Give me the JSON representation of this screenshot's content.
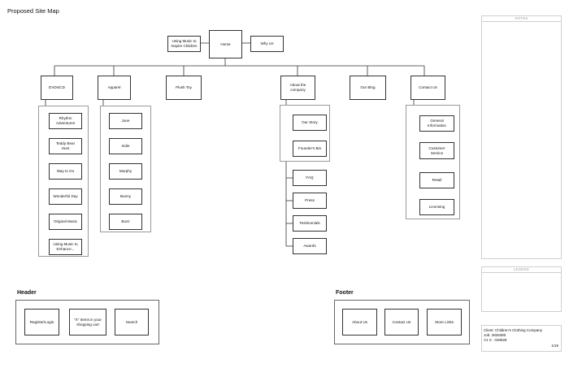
{
  "title": "Proposed Site Map",
  "sitemap": {
    "home": "Home",
    "using_music": "Using Music to\nInspire Children",
    "why_us": "Why Us",
    "dvds": "DVDs/CD",
    "apparel": "Apparel",
    "plush": "Plush Toy",
    "about": "About the\ncompany",
    "blog": "Our Blog",
    "contact": "Contact Us",
    "dvd_items": [
      "Rhythm\nAdventures",
      "Teddy Bear\nHunt",
      "Way to Go",
      "Wonderful Day",
      "Original Music",
      "Using Music to\nEnhance..."
    ],
    "apparel_items": [
      "June",
      "Indie",
      "Murphy",
      "Bunny",
      "Buzz"
    ],
    "about_items": [
      "Our Story",
      "Founder's Bio",
      "FAQ",
      "Press",
      "Testimonials",
      "Awards"
    ],
    "contact_items": [
      "General\nInformation",
      "Customer\nService",
      "Retail",
      "Licensing"
    ]
  },
  "header": {
    "label": "Header",
    "items": [
      "Register/Login",
      "\"X\" Items in your\nshopping cart",
      "Search"
    ]
  },
  "footer": {
    "label": "Footer",
    "items": [
      "About Us",
      "Contact Us",
      "Store Links"
    ]
  },
  "notes_title": "NOTES",
  "legend_title": "LEGEND",
  "info": {
    "client": "Client: Children's Clothing Company",
    "job": "Job: 2828380",
    "version": "V1 X : 030828",
    "page": "1/19"
  }
}
